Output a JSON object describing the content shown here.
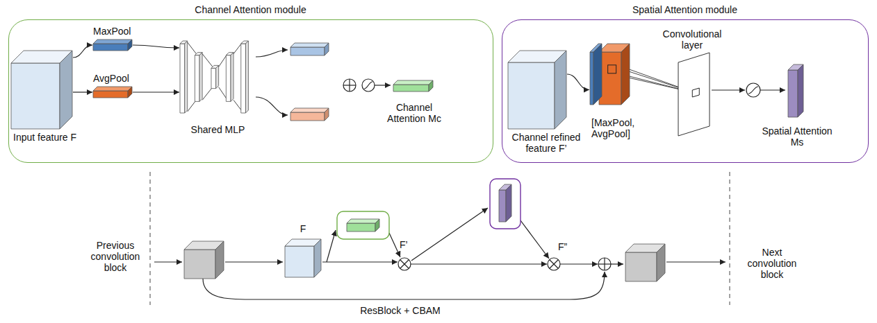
{
  "diagram": {
    "nodes": [
      {
        "text": [
          "Channel Attention module"
        ]
      },
      {
        "text": [
          "Input feature F"
        ],
        "in": 0
      },
      {
        "text": [
          "MaxPool"
        ],
        "in": 0
      },
      {
        "text": [
          "AvgPool"
        ],
        "in": 0
      },
      {
        "text": [
          "Shared MLP"
        ],
        "in": 0
      },
      {
        "text": [
          "Channel Attention Mc"
        ],
        "in": 0
      },
      {
        "text": [
          "Spatial Attention module"
        ]
      },
      {
        "text": [
          "Channel refined feature F’"
        ],
        "in": 6
      },
      {
        "text": [
          "[MaxPool, AvgPool]"
        ],
        "in": 6
      },
      {
        "text": [
          "Convolutional layer"
        ],
        "in": 6
      },
      {
        "text": [
          "Spatial Attention Ms"
        ],
        "in": 6
      },
      {
        "text": [
          "F"
        ]
      }
    ],
    "edges": [
      {
        "from": 1,
        "to": 2,
        "arrow": "to"
      },
      {
        "from": 1,
        "to": 3,
        "arrow": "to"
      },
      {
        "from": 2,
        "to": 4,
        "arrow": "to"
      },
      {
        "from": 3,
        "to": 4,
        "arrow": "to"
      },
      {
        "from": 7,
        "to": 8,
        "arrow": "to"
      }
    ],
    "labels": [
      "Previous convolution block",
      "F’",
      "F”",
      "Next convolution block",
      "ResBlock + CBAM"
    ]
  }
}
